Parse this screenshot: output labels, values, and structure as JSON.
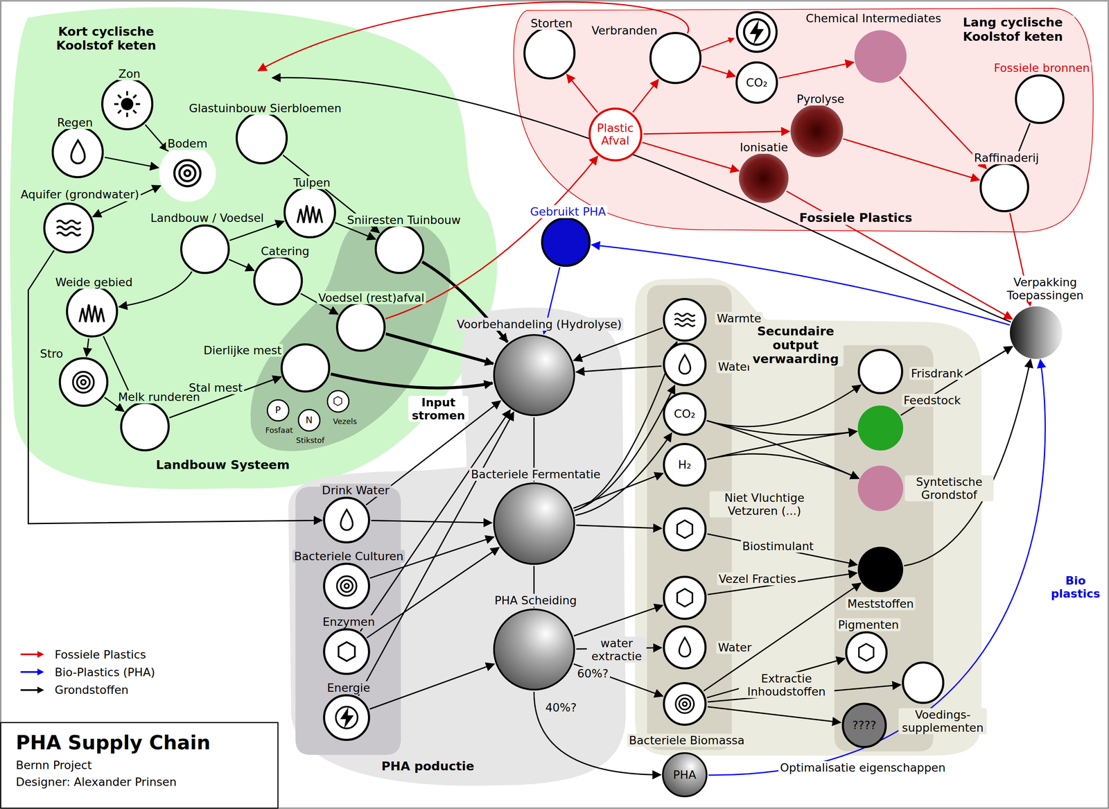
{
  "diagram": {
    "title": "PHA Supply Chain",
    "nodes": [
      {
        "text": [
          "Kort cyclische Koolstof keten",
          "Landbouw Systeem"
        ]
      },
      {
        "text": [
          "Zon"
        ],
        "in": 0
      },
      {
        "text": [
          "Regen"
        ],
        "in": 0
      },
      {
        "text": [
          "Bodem"
        ],
        "in": 0
      },
      {
        "text": [
          "Aquifer (grondwater)"
        ],
        "in": 0
      },
      {
        "text": [
          "Glastuinbouw Sierbloemen"
        ],
        "in": 0
      },
      {
        "text": [
          "Landbouw / Voedsel"
        ],
        "in": 0
      },
      {
        "text": [
          "Tulpen"
        ],
        "in": 0
      },
      {
        "text": [
          "Catering"
        ],
        "in": 0
      },
      {
        "text": [
          "Weide gebied"
        ],
        "in": 0
      },
      {
        "text": [
          "Stro"
        ],
        "in": 0
      },
      {
        "text": [
          "Melk runderen"
        ],
        "in": 0
      },
      {
        "text": [
          "Sniiresten Tuinbouw"
        ],
        "in": 0
      },
      {
        "text": [
          "Voedsel (rest)afval"
        ],
        "in": 0
      },
      {
        "text": [
          "Dierlijke mest"
        ],
        "in": 0
      },
      {
        "text": [
          "P",
          "Fosfaat"
        ],
        "in": 0
      },
      {
        "text": [
          "N",
          "Stikstof"
        ],
        "in": 0
      },
      {
        "text": [
          "Vezels"
        ],
        "in": 0
      },
      {
        "text": [
          "Lang cyclische Koolstof keten",
          "Fossiele Plastics"
        ]
      },
      {
        "text": [
          "Storten"
        ],
        "in": 18
      },
      {
        "text": [
          "Verbranden"
        ],
        "in": 18
      },
      {
        "text": [
          "CO₂"
        ],
        "in": 18
      },
      {
        "text": [
          "Chemical Intermediates"
        ],
        "in": 18
      },
      {
        "text": [
          "Fossiele bronnen"
        ],
        "in": 18
      },
      {
        "text": [
          "Plastic Afval"
        ],
        "in": 18
      },
      {
        "text": [
          "Pyrolyse"
        ],
        "in": 18
      },
      {
        "text": [
          "Ionisatie"
        ],
        "in": 18
      },
      {
        "text": [
          "Raffinaderij"
        ],
        "in": 18
      },
      {
        "text": [
          "Gebruikt PHA"
        ]
      },
      {
        "text": [
          "Verpakking Toepassingen"
        ]
      },
      {
        "text": [
          "PHA poductie"
        ]
      },
      {
        "text": [
          "Voorbehandeling (Hydrolyse)"
        ],
        "in": 30
      },
      {
        "text": [
          "Bacteriele Fermentatie"
        ],
        "in": 30
      },
      {
        "text": [
          "PHA Scheiding"
        ],
        "in": 30
      },
      {
        "text": [
          "Drink Water"
        ],
        "in": 30
      },
      {
        "text": [
          "Bacteriele Culturen"
        ],
        "in": 30
      },
      {
        "text": [
          "Enzymen"
        ],
        "in": 30
      },
      {
        "text": [
          "Energie"
        ],
        "in": 30
      },
      {
        "text": [
          "PHA"
        ]
      },
      {
        "text": [
          "Secundaire output verwaarding"
        ]
      },
      {
        "text": [
          "Warmte"
        ],
        "in": 39
      },
      {
        "text": [
          "Water"
        ],
        "in": 39
      },
      {
        "text": [
          "CO₂"
        ],
        "in": 39
      },
      {
        "text": [
          "H₂"
        ],
        "in": 39
      },
      {
        "text": [
          "Niet Vluchtige Vetzuren (...)"
        ],
        "in": 39
      },
      {
        "text": [
          "Vezel Fracties"
        ],
        "in": 39
      },
      {
        "text": [
          "Water"
        ],
        "in": 39
      },
      {
        "text": [
          "Bacteriele Biomassa"
        ],
        "in": 39
      },
      {
        "text": [
          "Frisdrank"
        ],
        "in": 39
      },
      {
        "text": [
          "Feedstock"
        ],
        "in": 39
      },
      {
        "text": [
          "Syntetische Grondstof"
        ],
        "in": 39
      },
      {
        "text": [
          "Meststoffen"
        ],
        "in": 39
      },
      {
        "text": [
          "Pigmenten"
        ],
        "in": 39
      },
      {
        "text": [
          "Voedings-supplementen"
        ],
        "in": 39
      },
      {
        "text": [
          "????"
        ],
        "in": 39
      }
    ],
    "edges": [
      {
        "from": 1,
        "to": 3,
        "arrow": "to"
      },
      {
        "from": 2,
        "to": 3,
        "arrow": "to"
      },
      {
        "from": 4,
        "to": 3,
        "arrow": "both"
      },
      {
        "from": 4,
        "to": 34,
        "arrow": "to"
      },
      {
        "from": 5,
        "to": 12,
        "arrow": "to"
      },
      {
        "from": 6,
        "to": 7,
        "arrow": "to"
      },
      {
        "from": 6,
        "to": 8,
        "arrow": "to"
      },
      {
        "from": 6,
        "to": 9,
        "arrow": "to"
      },
      {
        "from": 7,
        "to": 12,
        "arrow": "to"
      },
      {
        "from": 8,
        "to": 13,
        "arrow": "to"
      },
      {
        "from": 9,
        "to": 10,
        "arrow": "to"
      },
      {
        "from": 9,
        "to": 11,
        "arrow": "to"
      },
      {
        "from": 10,
        "to": 11,
        "arrow": "to"
      },
      {
        "from": 11,
        "to": 14,
        "label": "Stal mest",
        "arrow": "to"
      },
      {
        "from": 12,
        "to": 31,
        "arrow": "to"
      },
      {
        "from": 13,
        "to": 31,
        "arrow": "to"
      },
      {
        "from": 14,
        "to": 31,
        "arrow": "to"
      },
      {
        "from": 13,
        "to": 24,
        "arrow": "to"
      },
      {
        "from": 24,
        "to": 19,
        "arrow": "to"
      },
      {
        "from": 24,
        "to": 20,
        "arrow": "to"
      },
      {
        "from": 24,
        "to": 25,
        "arrow": "to"
      },
      {
        "from": 24,
        "to": 26,
        "arrow": "to"
      },
      {
        "from": 20,
        "to": 21,
        "arrow": "to"
      },
      {
        "from": 21,
        "to": 22,
        "arrow": "to"
      },
      {
        "from": 20,
        "to": 0,
        "arrow": "to"
      },
      {
        "from": 22,
        "to": 27,
        "arrow": "to"
      },
      {
        "from": 23,
        "to": 27,
        "arrow": "to"
      },
      {
        "from": 25,
        "to": 27,
        "arrow": "to"
      },
      {
        "from": 26,
        "to": 29,
        "arrow": "to"
      },
      {
        "from": 27,
        "to": 29,
        "arrow": "to"
      },
      {
        "from": 29,
        "to": 28,
        "arrow": "to"
      },
      {
        "from": 29,
        "to": 0,
        "arrow": "to"
      },
      {
        "from": 28,
        "to": 31,
        "arrow": "to"
      },
      {
        "from": 31,
        "to": 32,
        "arrow": "to"
      },
      {
        "from": 32,
        "to": 33,
        "arrow": "to"
      },
      {
        "from": 33,
        "to": 38,
        "arrow": "to"
      },
      {
        "from": 34,
        "to": 31,
        "arrow": "to"
      },
      {
        "from": 34,
        "to": 32,
        "arrow": "to"
      },
      {
        "from": 35,
        "to": 32,
        "arrow": "to"
      },
      {
        "from": 36,
        "to": 31,
        "arrow": "to"
      },
      {
        "from": 36,
        "to": 32,
        "arrow": "to"
      },
      {
        "from": 37,
        "to": 31,
        "arrow": "to"
      },
      {
        "from": 37,
        "to": 33,
        "arrow": "to"
      },
      {
        "from": 40,
        "to": 31,
        "arrow": "to"
      },
      {
        "from": 41,
        "to": 31,
        "arrow": "to"
      },
      {
        "from": 32,
        "to": 40,
        "arrow": "to"
      },
      {
        "from": 32,
        "to": 41,
        "arrow": "to"
      },
      {
        "from": 32,
        "to": 42,
        "arrow": "to"
      },
      {
        "from": 32,
        "to": 43,
        "arrow": "to"
      },
      {
        "from": 32,
        "to": 44,
        "arrow": "to"
      },
      {
        "from": 33,
        "to": 45,
        "arrow": "to"
      },
      {
        "from": 33,
        "to": 46,
        "label": "water extractie",
        "arrow": "to"
      },
      {
        "from": 33,
        "to": 47,
        "arrow": "to"
      },
      {
        "from": 42,
        "to": 48,
        "arrow": "to"
      },
      {
        "from": 42,
        "to": 49,
        "arrow": "to"
      },
      {
        "from": 42,
        "to": 50,
        "arrow": "to"
      },
      {
        "from": 43,
        "to": 49,
        "arrow": "to"
      },
      {
        "from": 43,
        "to": 50,
        "arrow": "to"
      },
      {
        "from": 44,
        "to": 51,
        "label": "Biostimulant",
        "arrow": "to"
      },
      {
        "from": 45,
        "to": 51,
        "arrow": "to"
      },
      {
        "from": 47,
        "to": 51,
        "arrow": "to"
      },
      {
        "from": 47,
        "to": 52,
        "arrow": "to"
      },
      {
        "from": 47,
        "to": 53,
        "label": "Extractie Inhoudstoffen",
        "arrow": "to"
      },
      {
        "from": 47,
        "to": 54,
        "arrow": "to"
      },
      {
        "from": 49,
        "to": 29,
        "arrow": "to"
      },
      {
        "from": 51,
        "to": 29,
        "arrow": "to"
      },
      {
        "from": 38,
        "to": 29,
        "label": "Optimalisatie eigenschappen",
        "arrow": "to"
      }
    ],
    "labels": [
      "Input stromen",
      "60%?",
      "40%?",
      "Bio plastics",
      "Bernn Project",
      "Designer: Alexander Prinsen"
    ],
    "legend": [
      {
        "text": "Fossiele Plastics",
        "color": "#e00000"
      },
      {
        "text": "Bio-Plastics (PHA)",
        "color": "#0000ff"
      },
      {
        "text": "Grondstoffen",
        "color": "#000000"
      }
    ]
  }
}
